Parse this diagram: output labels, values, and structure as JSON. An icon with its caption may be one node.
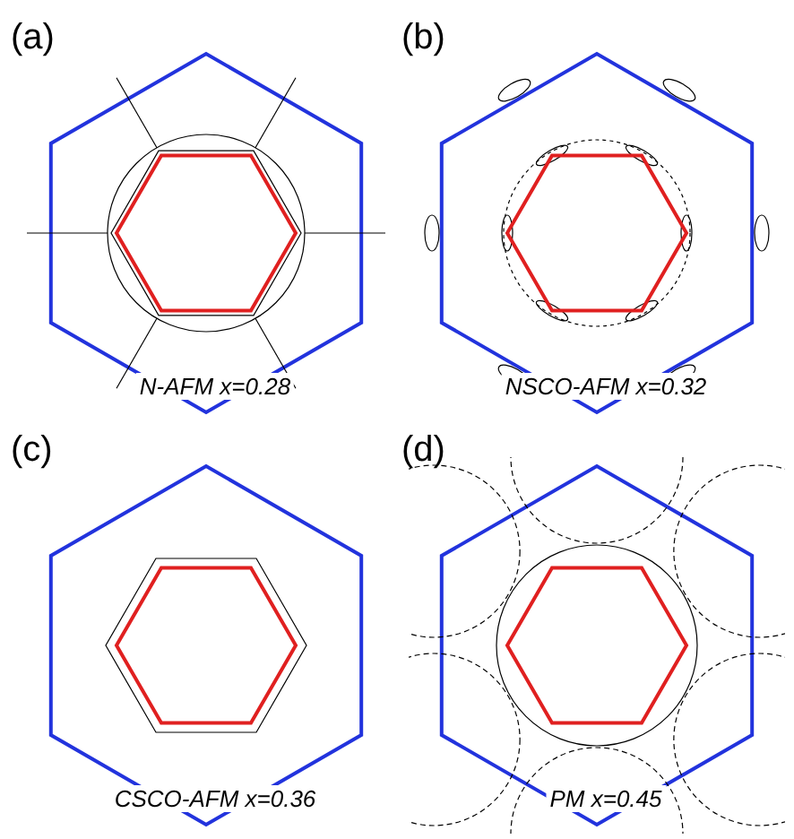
{
  "diagram": {
    "labels": [
      "(a)",
      "(b)",
      "N-AFM x=0.28",
      "NSCO-AFM x=0.32",
      "(c)",
      "(d)",
      "CSCO-AFM x=0.36",
      "PM x=0.45"
    ]
  }
}
